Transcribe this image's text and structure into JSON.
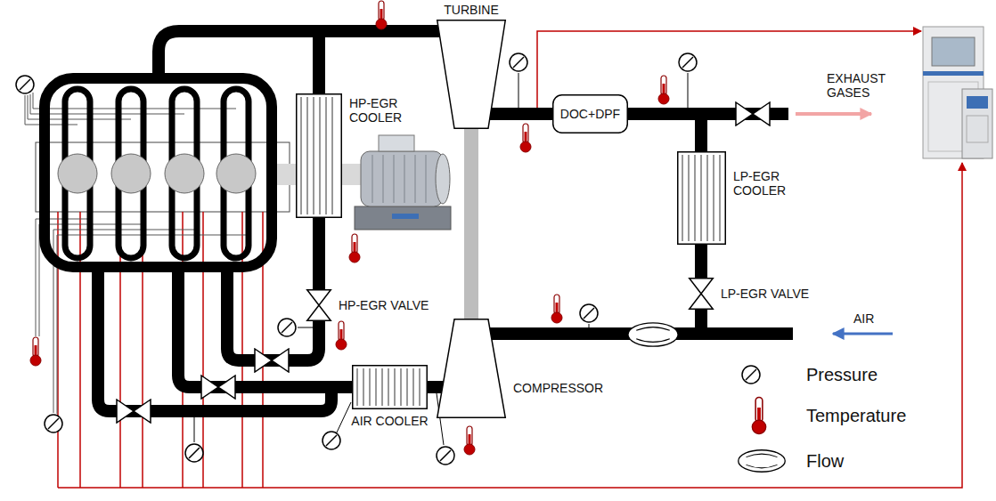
{
  "diagram": {
    "nodes": [
      {
        "text": [
          "TURBINE"
        ]
      },
      {
        "text": [
          "DOC+DPF"
        ]
      },
      {
        "text": [
          "HP-EGR COOLER"
        ]
      },
      {
        "text": [
          "LP-EGR COOLER"
        ]
      },
      {
        "text": [
          "HP-EGR VALVE"
        ]
      },
      {
        "text": [
          "LP-EGR VALVE"
        ]
      },
      {
        "text": [
          "COMPRESSOR"
        ]
      },
      {
        "text": [
          "AIR COOLER"
        ]
      }
    ],
    "edges": [
      {
        "from": 0,
        "to": 1,
        "arrow": "none"
      },
      {
        "from": 1,
        "to": 3,
        "arrow": "none"
      },
      {
        "from": 3,
        "to": 5,
        "arrow": "none"
      },
      {
        "from": 5,
        "to": 6,
        "arrow": "none"
      },
      {
        "from": 2,
        "to": 4,
        "arrow": "none"
      },
      {
        "from": 6,
        "to": 7,
        "arrow": "none"
      },
      {
        "from": 0,
        "to": 6,
        "arrow": "none"
      }
    ],
    "labels": [
      "EXHAUST GASES",
      "AIR"
    ],
    "legend": [
      {
        "text": "Pressure"
      },
      {
        "text": "Temperature"
      },
      {
        "text": "Flow"
      }
    ]
  }
}
